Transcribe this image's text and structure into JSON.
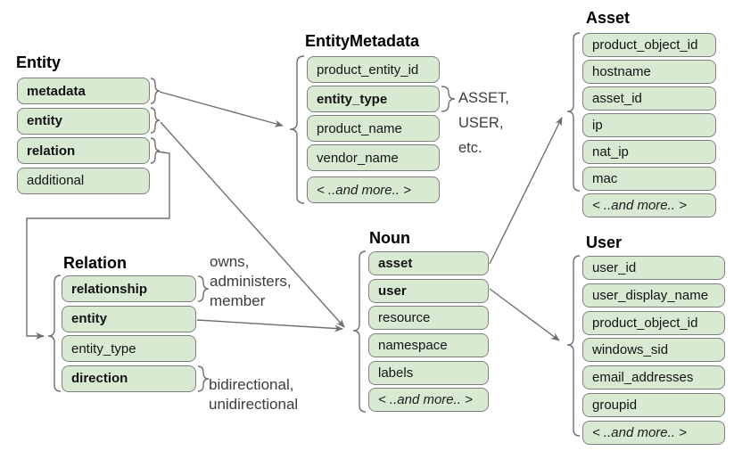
{
  "groups": {
    "entity": {
      "title": "Entity",
      "fields": [
        "metadata",
        "entity",
        "relation",
        "additional"
      ]
    },
    "entity_metadata": {
      "title": "EntityMetadata",
      "fields": [
        "product_entity_id",
        "entity_type",
        "product_name",
        "vendor_name",
        "< ..and more.. >"
      ]
    },
    "asset": {
      "title": "Asset",
      "fields": [
        "product_object_id",
        "hostname",
        "asset_id",
        "ip",
        "nat_ip",
        "mac",
        "< ..and more.. >"
      ]
    },
    "user": {
      "title": "User",
      "fields": [
        "user_id",
        "user_display_name",
        "product_object_id",
        "windows_sid",
        "email_addresses",
        "groupid",
        "< ..and more.. >"
      ]
    },
    "relation": {
      "title": "Relation",
      "fields": [
        "relationship",
        "entity",
        "entity_type",
        "direction"
      ]
    },
    "noun": {
      "title": "Noun",
      "fields": [
        "asset",
        "user",
        "resource",
        "namespace",
        "labels",
        "< ..and more.. >"
      ]
    }
  },
  "annotations": {
    "entity_type_values": [
      "ASSET,",
      "USER,",
      "etc."
    ],
    "relationship_values": [
      "owns,",
      "administers,",
      "member"
    ],
    "direction_values": [
      "bidirectional,",
      "unidirectional"
    ]
  },
  "connectors": [
    {
      "from": "entity.metadata",
      "to": "entity_metadata"
    },
    {
      "from": "entity.entity",
      "to": "noun"
    },
    {
      "from": "entity.relation",
      "to": "relation"
    },
    {
      "from": "relation.entity",
      "to": "noun"
    },
    {
      "from": "noun.asset",
      "to": "asset"
    },
    {
      "from": "noun.user",
      "to": "user"
    }
  ],
  "colors": {
    "row_fill": "#d9ead3",
    "row_border": "#7f7f7f",
    "connector": "#6e6e6e",
    "title_text": "#000000",
    "annotation_text": "#3c3c3c",
    "background": "#ffffff"
  }
}
